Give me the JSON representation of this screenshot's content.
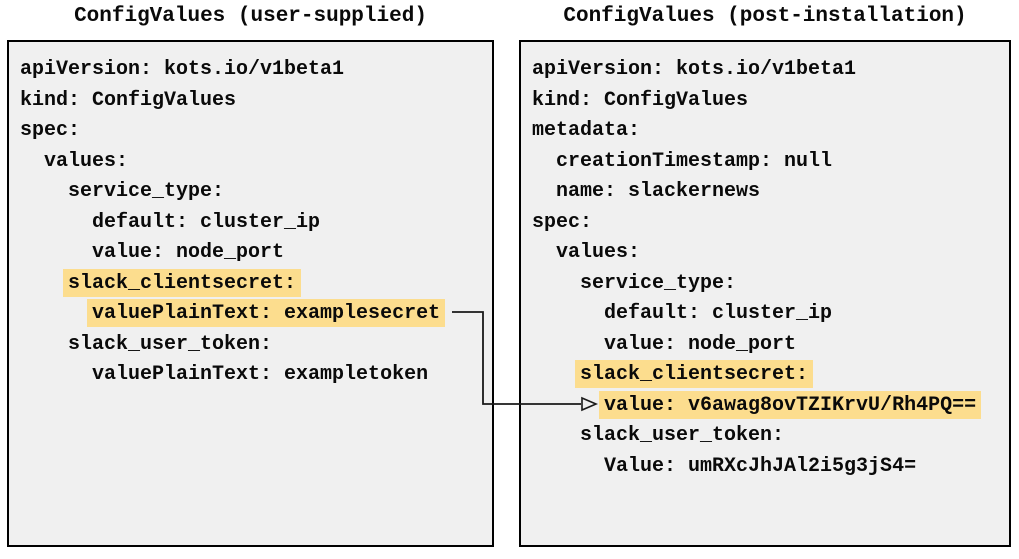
{
  "colors": {
    "panel_bg": "#f0f0f0",
    "panel_border": "#000000",
    "highlight": "#fcdd8e",
    "text": "#0a0a0a",
    "arrow": "#1a1a1a"
  },
  "panels": [
    {
      "id": "user-supplied",
      "title": "ConfigValues (user-supplied)",
      "lines": [
        {
          "text": "apiVersion: kots.io/v1beta1",
          "highlight": false
        },
        {
          "text": "kind: ConfigValues",
          "highlight": false
        },
        {
          "text": "spec:",
          "highlight": false
        },
        {
          "text": "  values:",
          "highlight": false
        },
        {
          "text": "    service_type:",
          "highlight": false
        },
        {
          "text": "      default: cluster_ip",
          "highlight": false
        },
        {
          "text": "      value: node_port",
          "highlight": false
        },
        {
          "text": "    slack_clientsecret:",
          "highlight": true
        },
        {
          "text": "      valuePlainText: examplesecret",
          "highlight": true
        },
        {
          "text": "    slack_user_token:",
          "highlight": false
        },
        {
          "text": "      valuePlainText: exampletoken",
          "highlight": false
        }
      ]
    },
    {
      "id": "post-installation",
      "title": "ConfigValues (post-installation)",
      "lines": [
        {
          "text": "apiVersion: kots.io/v1beta1",
          "highlight": false
        },
        {
          "text": "kind: ConfigValues",
          "highlight": false
        },
        {
          "text": "metadata:",
          "highlight": false
        },
        {
          "text": "  creationTimestamp: null",
          "highlight": false
        },
        {
          "text": "  name: slackernews",
          "highlight": false
        },
        {
          "text": "spec:",
          "highlight": false
        },
        {
          "text": "  values:",
          "highlight": false
        },
        {
          "text": "    service_type:",
          "highlight": false
        },
        {
          "text": "      default: cluster_ip",
          "highlight": false
        },
        {
          "text": "      value: node_port",
          "highlight": false
        },
        {
          "text": "    slack_clientsecret:",
          "highlight": true
        },
        {
          "text": "      value: v6awag8ovTZIKrvU/Rh4PQ==",
          "highlight": true
        },
        {
          "text": "    slack_user_token:",
          "highlight": false
        },
        {
          "text": "      Value: umRXcJhJAl2i5g3jS4=",
          "highlight": false
        }
      ]
    }
  ],
  "arrow": {
    "from_panel": 0,
    "from_line": 8,
    "to_panel": 1,
    "to_line": 11
  }
}
